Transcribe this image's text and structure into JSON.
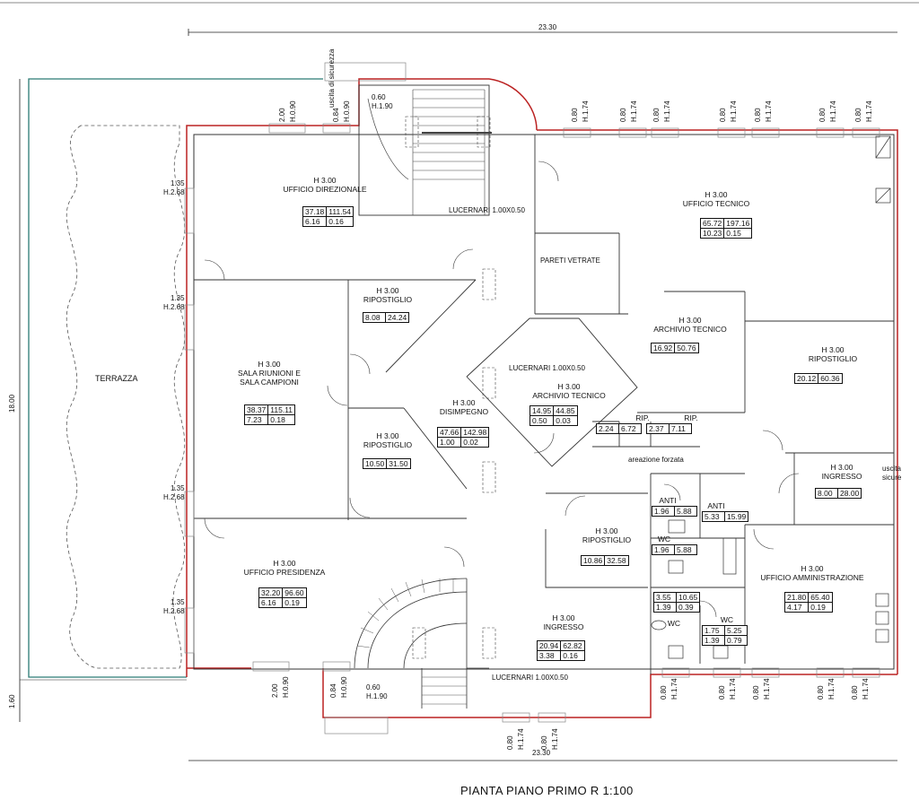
{
  "title": "PIANTA PIANO PRIMO  R 1:100",
  "dims": {
    "top_total": "23.30",
    "bottom_total": "23.30",
    "left_total": "18.00",
    "left_bottom": "1.60"
  },
  "terrace_label": "TERRAZZA",
  "rooms": [
    {
      "id": "ufficio-direzionale",
      "lines": [
        "H 3.00",
        "UFFICIO DIREZIONALE"
      ],
      "table": [
        [
          "37.18",
          "111.54"
        ],
        [
          "6.16",
          "0.16"
        ]
      ]
    },
    {
      "id": "ripostiglio-1",
      "lines": [
        "H 3.00",
        "RIPOSTIGLIO"
      ],
      "table": [
        [
          "8.08",
          "24.24"
        ]
      ]
    },
    {
      "id": "sala-riunioni",
      "lines": [
        "H 3.00",
        "SALA RIUNIONI E",
        "SALA CAMPIONI"
      ],
      "table": [
        [
          "38.37",
          "115.11"
        ],
        [
          "7.23",
          "0.18"
        ]
      ]
    },
    {
      "id": "ripostiglio-2",
      "lines": [
        "H 3.00",
        "RIPOSTIGLIO"
      ],
      "table": [
        [
          "10.50",
          "31.50"
        ]
      ]
    },
    {
      "id": "disimpegno",
      "lines": [
        "H 3.00",
        "DISIMPEGNO"
      ],
      "table": [
        [
          "47.66",
          "142.98"
        ],
        [
          "1.00",
          "0.02"
        ]
      ]
    },
    {
      "id": "ufficio-presidenza",
      "lines": [
        "H 3.00",
        "UFFICIO PRESIDENZA"
      ],
      "table": [
        [
          "32.20",
          "96.60"
        ],
        [
          "6.16",
          "0.19"
        ]
      ]
    },
    {
      "id": "ufficio-tecnico",
      "lines": [
        "H 3.00",
        "UFFICIO TECNICO"
      ],
      "table": [
        [
          "65.72",
          "197.16"
        ],
        [
          "10.23",
          "0.15"
        ]
      ]
    },
    {
      "id": "archivio-tecnico-1",
      "lines": [
        "H 3.00",
        "ARCHIVIO TECNICO"
      ],
      "table": [
        [
          "16.92",
          "50.76"
        ]
      ]
    },
    {
      "id": "archivio-tecnico-2",
      "lines": [
        "H 3.00",
        "ARCHIVIO TECNICO"
      ],
      "table": [
        [
          "14.95",
          "44.85"
        ],
        [
          "0.50",
          "0.03"
        ]
      ]
    },
    {
      "id": "ripostiglio-3",
      "lines": [
        "H 3.00",
        "RIPOSTIGLIO"
      ],
      "table": [
        [
          "20.12",
          "60.36"
        ]
      ]
    },
    {
      "id": "rip-1",
      "lines": [
        "RIP."
      ],
      "table": [
        [
          "2.24",
          "6.72"
        ]
      ]
    },
    {
      "id": "rip-2",
      "lines": [
        "RIP."
      ],
      "table": [
        [
          "2.37",
          "7.11"
        ]
      ]
    },
    {
      "id": "ingresso-1",
      "lines": [
        "H 3.00",
        "INGRESSO"
      ],
      "table": [
        [
          "8.00",
          "28.00"
        ]
      ]
    },
    {
      "id": "anti-1",
      "lines": [
        "ANTI"
      ],
      "table": [
        [
          "1.96",
          "5.88"
        ]
      ]
    },
    {
      "id": "anti-2",
      "lines": [
        "ANTI"
      ],
      "table": [
        [
          "5.33",
          "15.99"
        ]
      ]
    },
    {
      "id": "wc-1",
      "lines": [
        "WC"
      ],
      "table": [
        [
          "1.96",
          "5.88"
        ]
      ]
    },
    {
      "id": "ripostiglio-4",
      "lines": [
        "H 3.00",
        "RIPOSTIGLIO"
      ],
      "table": [
        [
          "10.86",
          "32.58"
        ]
      ]
    },
    {
      "id": "ufficio-amministrazione",
      "lines": [
        "H 3.00",
        "UFFICIO AMMINISTRAZIONE"
      ],
      "table": [
        [
          "21.80",
          "65.40"
        ],
        [
          "4.17",
          "0.19"
        ]
      ]
    },
    {
      "id": "wc-2",
      "lines": [
        "WC"
      ],
      "table": [
        [
          "3.55",
          "10.65"
        ],
        [
          "1.39",
          "0.39"
        ]
      ]
    },
    {
      "id": "wc-3",
      "lines": [
        "WC"
      ],
      "table": [
        [
          "1.75",
          "5.25"
        ],
        [
          "1.39",
          "0.79"
        ]
      ]
    },
    {
      "id": "ingresso-2",
      "lines": [
        "H 3.00",
        "INGRESSO"
      ],
      "table": [
        [
          "20.94",
          "62.82"
        ],
        [
          "3.38",
          "0.16"
        ]
      ]
    }
  ],
  "notes": {
    "lucernari_1": "LUCERNARI 1.00X0.50",
    "lucernari_2": "LUCERNARI 1.00X0.50",
    "lucernari_3": "LUCERNARI 1.00X0.50",
    "pareti_vetrate": "PARETI VETRATE",
    "areazione": "areazione forzata",
    "uscita_sicurezza_top": "uscita di sicurezza",
    "uscita_sicurezza_right": "uscita sicure"
  },
  "window_dims": {
    "w135": "1.35",
    "h268": "H.2.68",
    "w080": "0.80",
    "h174": "H.1.74",
    "w200": "2.00",
    "h090": "H.0.90",
    "w084": "0.84",
    "w060": "0.60",
    "h190": "H.1.90"
  }
}
